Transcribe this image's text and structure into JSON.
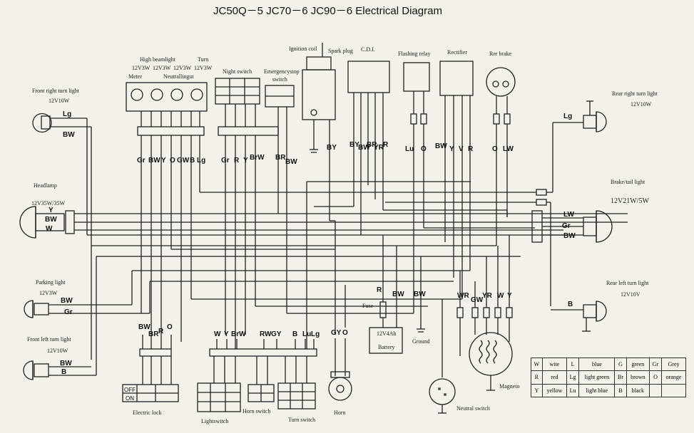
{
  "title": "JC50Q－5  JC70－6  JC90－6  Electrical Diagram",
  "components": {
    "front_right_turn": {
      "label": "Front right turn light",
      "spec": "12V10W"
    },
    "headlamp": {
      "label": "Headlamp",
      "spec": "12V35W/35W"
    },
    "parking": {
      "label": "Parking light",
      "spec": "12V3W"
    },
    "front_left_turn": {
      "label": "Front left turn light",
      "spec": "12V10W"
    },
    "meter": {
      "label": "Meter"
    },
    "high_beam": {
      "label": "High beamlight"
    },
    "neutral": {
      "label": "Neutrallingut"
    },
    "turn": {
      "label": "Turn"
    },
    "meter_specs": [
      "12V3W",
      "12V3W",
      "12V3W",
      "12V3W"
    ],
    "night_switch": {
      "label": "Night switch"
    },
    "emergency_stop": {
      "label": "Emergencystop",
      "label2": "switch"
    },
    "ignition_coil": {
      "label": "Ignition coil"
    },
    "spark_plug": {
      "label": "Spark plug"
    },
    "cdi": {
      "label": "C.D.I."
    },
    "flashing_relay": {
      "label": "Flashing relay"
    },
    "rectifier": {
      "label": "Rectifier"
    },
    "rear_brake": {
      "label": "Rer brake"
    },
    "rear_right_turn": {
      "label": "Rear right turn light",
      "spec": "12V10W"
    },
    "brake_tail": {
      "label": "Brake/tail light",
      "spec": "12V21W/5W"
    },
    "rear_left_turn": {
      "label": "Rear left turn light",
      "spec": "12V10V"
    },
    "fuse": {
      "label": "Fuse"
    },
    "battery": {
      "label": "Battery",
      "spec": "12V4Ah"
    },
    "ground": {
      "label": "Ground"
    },
    "magneto": {
      "label": "Magneto"
    },
    "neutral_switch": {
      "label": "Neutral switch"
    },
    "electric_lock": {
      "label": "Electric lock",
      "off": "OFF",
      "on": "ON"
    },
    "light_switch": {
      "label": "Lightswitch"
    },
    "horn_switch": {
      "label": "Horn switch"
    },
    "turn_switch": {
      "label": "Turn switch"
    },
    "horn": {
      "label": "Horn"
    }
  },
  "wire_labels": {
    "lg1": "Lg",
    "bw1": "BW",
    "hl_y": "Y",
    "hl_bw": "BW",
    "hl_w": "W",
    "pk_bw": "BW",
    "pk_gr": "Gr",
    "fl_bw": "BW",
    "fl_b": "B",
    "meter_row": [
      "Gr",
      "BW",
      "Y",
      "O",
      "GW",
      "B",
      "Lg"
    ],
    "night_row": [
      "Gr",
      "R",
      "Y",
      "BrW"
    ],
    "emerg_row": [
      "BR",
      "BW"
    ],
    "coil_row": [
      "BY"
    ],
    "cdi_row": [
      "BY",
      "BW",
      "BR",
      "YR",
      "R"
    ],
    "flash_row": [
      "Lu",
      "O"
    ],
    "rect_row": [
      "BW",
      "Y",
      "V",
      "R"
    ],
    "brake_row": [
      "O",
      "LW"
    ],
    "rr_lg": "Lg",
    "tail_lw": "LW",
    "tail_gr": "Gr",
    "tail_bw": "BW",
    "rl_b": "B",
    "lock_row": [
      "BW",
      "BR",
      "R"
    ],
    "lock_row2": [
      "O"
    ],
    "sw_row": [
      "W",
      "Y",
      "BrW",
      "RW",
      "GY",
      "B",
      "Lu",
      "Lg"
    ],
    "horn_row": [
      "GY",
      "O"
    ],
    "fuse_r": "R",
    "bat_bw": "BW",
    "gnd_bw": "BW",
    "mag_row": [
      "WR",
      "GW",
      "YR",
      "W",
      "Y"
    ]
  },
  "legend": [
    [
      "W",
      "wite",
      "L",
      "blue",
      "G",
      "green",
      "Gr",
      "Grey"
    ],
    [
      "R",
      "red",
      "Lg",
      "light green",
      "Br",
      "brown",
      "O",
      "orange"
    ],
    [
      "Y",
      "yellow",
      "Lu",
      "light blue",
      "B",
      "black",
      "",
      ""
    ]
  ]
}
